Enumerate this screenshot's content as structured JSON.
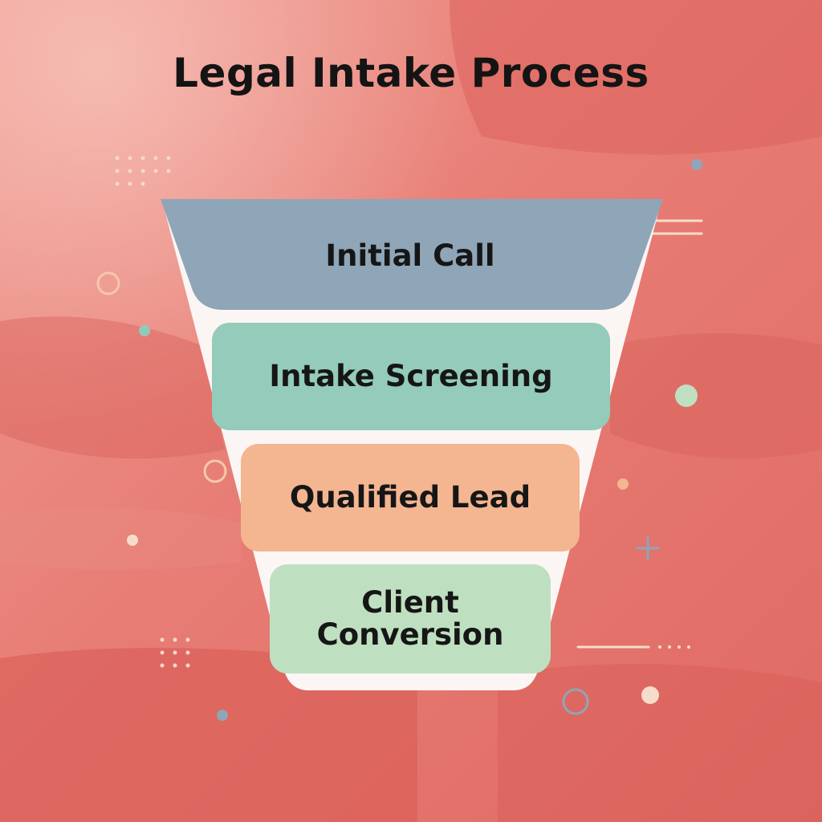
{
  "title": "Legal Intake Process",
  "stages": [
    {
      "label": "Initial Call",
      "color": "#8fa5b8"
    },
    {
      "label": "Intake Screening",
      "color": "#94cbbb"
    },
    {
      "label": "Qualified Lead",
      "color": "#f4b591"
    },
    {
      "label": "Client Conversion",
      "color": "#bfe0c0"
    }
  ],
  "colors": {
    "background": "#e2716a",
    "funnel_body": "#fbf6f4",
    "title_text": "#141414"
  }
}
